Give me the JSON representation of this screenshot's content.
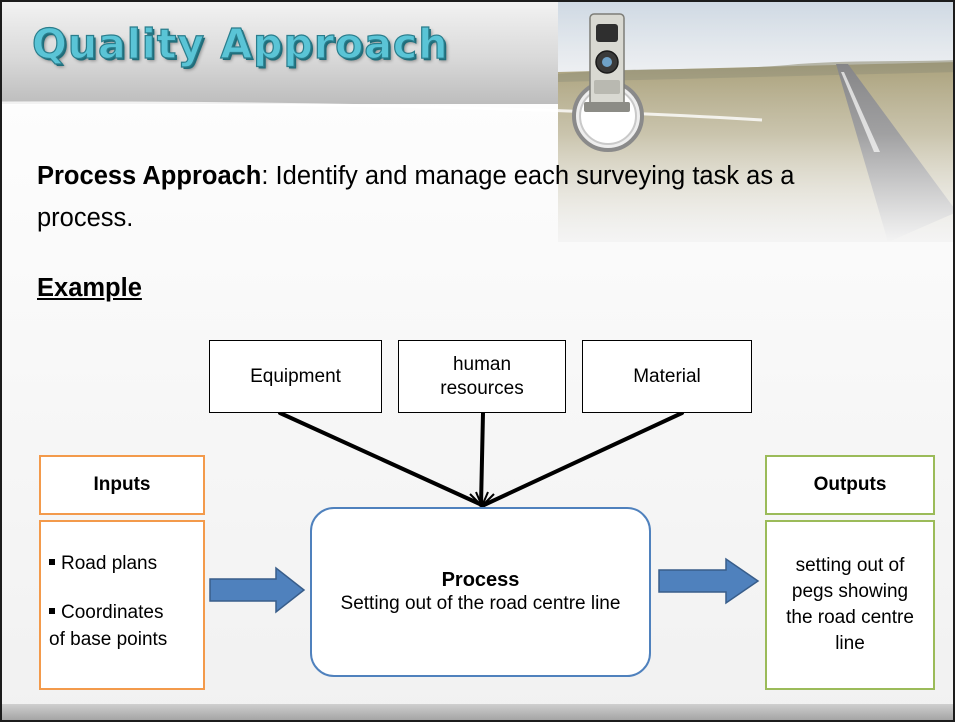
{
  "slide": {
    "title": "Quality Approach",
    "statement_bold": "Process Approach",
    "statement_rest": ": Identify and manage each surveying task as a process.",
    "example_heading": "Example"
  },
  "diagram": {
    "resources": [
      {
        "label": "Equipment"
      },
      {
        "label": "human resources"
      },
      {
        "label": "Material"
      }
    ],
    "inputs": {
      "header": "Inputs",
      "items": [
        "Road plans",
        "Coordinates",
        "of base points"
      ]
    },
    "process": {
      "title": "Process",
      "description": "Setting out of the road centre line"
    },
    "outputs": {
      "header": "Outputs",
      "text": "setting out of pegs showing the road centre line"
    }
  },
  "colors": {
    "title_fill": "#5ac4d6",
    "inputs_border": "#f39a4b",
    "process_border": "#4f81bd",
    "outputs_border": "#9bbb59",
    "arrow_fill": "#4f81bd"
  },
  "icons": [
    "surveying-instrument-icon",
    "road-landscape-image"
  ]
}
